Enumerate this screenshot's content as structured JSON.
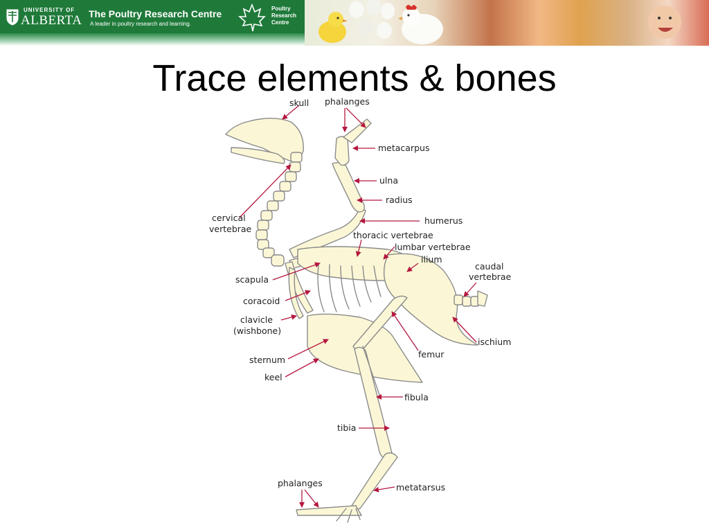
{
  "banner": {
    "university_small": "UNIVERSITY OF",
    "university_name": "ALBERTA",
    "centre_title": "The Poultry Research Centre",
    "centre_tagline": "A leader in poultry research and learning.",
    "badge_lines": [
      "Poultry",
      "Research",
      "Centre"
    ]
  },
  "slide": {
    "title": "Trace elements & bones"
  },
  "diagram": {
    "colors": {
      "bone": "#fbf7d6",
      "outline": "#8a8a8a",
      "pointer": "#b5173f"
    },
    "labels": {
      "skull": "skull",
      "phalanges_wing": "phalanges",
      "metacarpus": "metacarpus",
      "ulna": "ulna",
      "radius": "radius",
      "humerus": "humerus",
      "cervical_1": "cervical",
      "cervical_2": "vertebrae",
      "thoracic": "thoracic vertebrae",
      "lumbar": "lumbar vertebrae",
      "ilium": "ilium",
      "caudal_1": "caudal",
      "caudal_2": "vertebrae",
      "scapula": "scapula",
      "coracoid": "coracoid",
      "clavicle_1": "clavicle",
      "clavicle_2": "(wishbone)",
      "ischium": "ischium",
      "femur": "femur",
      "sternum": "sternum",
      "keel": "keel",
      "fibula": "fibula",
      "tibia": "tibia",
      "phalanges_foot": "phalanges",
      "metatarsus": "metatarsus"
    }
  }
}
